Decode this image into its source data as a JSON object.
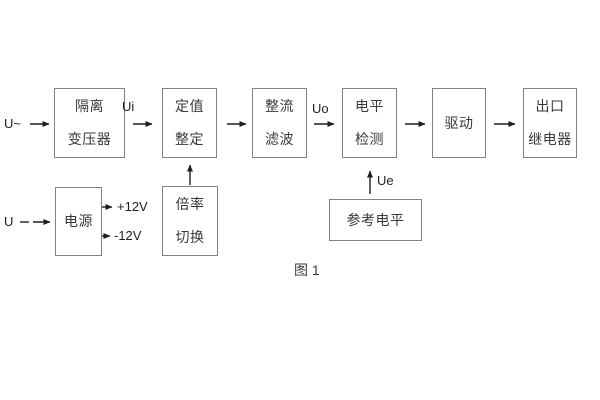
{
  "figure": {
    "caption": "图 1",
    "colors": {
      "background": "#ffffff",
      "block_border": "#828282",
      "block_text": "#3a3a3a",
      "connector_line": "#1f1f1f",
      "signal_text": "#1f1f1f"
    },
    "blocks": {
      "isolation_transformer": {
        "line1": "隔离",
        "line2": "变压器"
      },
      "setting_adjust": {
        "line1": "定值",
        "line2": "整定"
      },
      "rectify_filter": {
        "line1": "整流",
        "line2": "滤波"
      },
      "level_detect": {
        "line1": "电平",
        "line2": "检测"
      },
      "driver": {
        "line1": "驱动"
      },
      "output_relay": {
        "line1": "出口",
        "line2": "继电器"
      },
      "power_supply": {
        "line1": "电源"
      },
      "ratio_switch": {
        "line1": "倍率",
        "line2": "切换"
      },
      "reference_level": {
        "line1": "参考电平"
      }
    },
    "signals": {
      "input_ac": "U~",
      "input_dc": "U",
      "ui": "Ui",
      "uo": "Uo",
      "ue": "Ue",
      "rail_positive": "+12V",
      "rail_negative": "-12V"
    }
  }
}
